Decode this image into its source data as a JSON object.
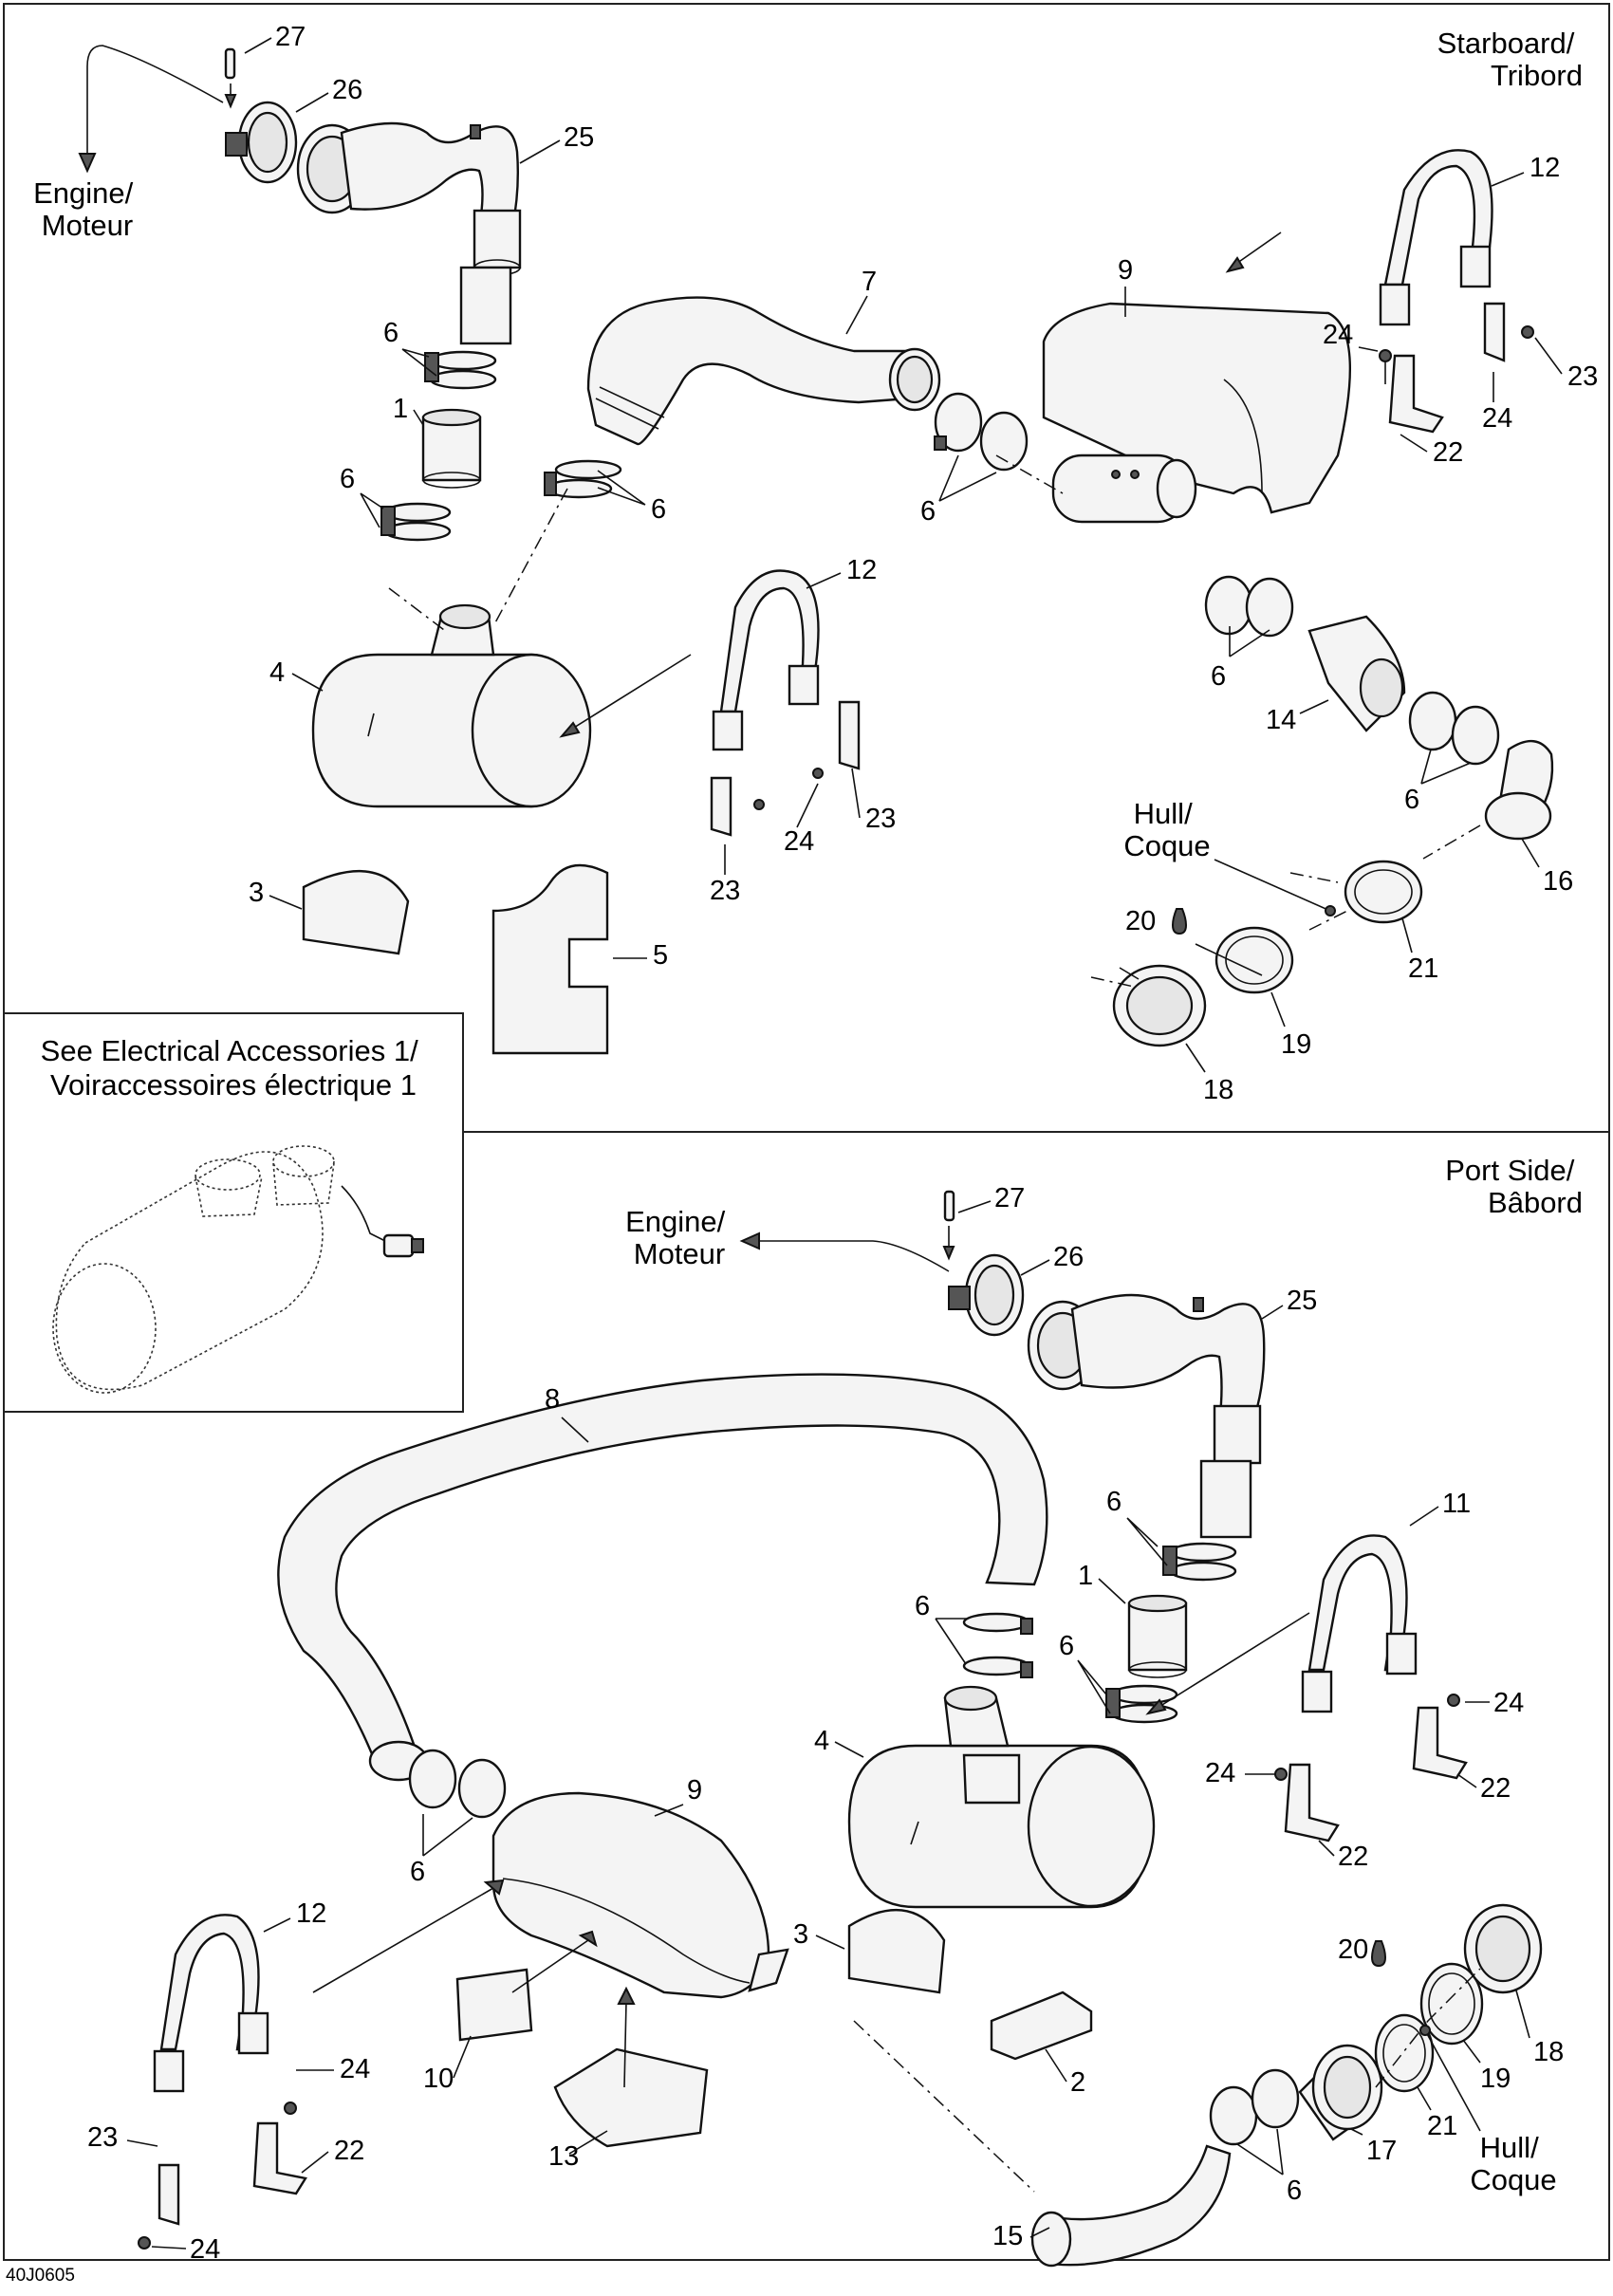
{
  "diagram": {
    "code": "40J0605",
    "sections": {
      "starboard": [
        "Starboard/",
        "Tribord"
      ],
      "port": [
        "Port Side/",
        "Bâbord"
      ]
    },
    "notes": {
      "engine_top": [
        "Engine/",
        "Moteur"
      ],
      "engine_bottom": [
        "Engine/",
        "Moteur"
      ],
      "hull_top": [
        "Hull/",
        "Coque"
      ],
      "hull_bottom": [
        "Hull/",
        "Coque"
      ]
    },
    "inset": [
      "See Electrical Accessories 1/",
      "Voiraccessoires électrique 1"
    ],
    "callouts": {
      "top": [
        "27",
        "26",
        "25",
        "7",
        "9",
        "12",
        "24",
        "23",
        "24",
        "22",
        "6",
        "1",
        "6",
        "6",
        "6",
        "4",
        "12",
        "23",
        "24",
        "23",
        "3",
        "5",
        "6",
        "14",
        "6",
        "16",
        "21",
        "20",
        "19",
        "18"
      ],
      "bottom": [
        "27",
        "26",
        "25",
        "8",
        "6",
        "1",
        "6",
        "6",
        "11",
        "24",
        "22",
        "24",
        "22",
        "4",
        "9",
        "6",
        "3",
        "12",
        "20",
        "18",
        "19",
        "21",
        "24",
        "22",
        "10",
        "2",
        "23",
        "13",
        "24",
        "6",
        "17",
        "15"
      ]
    }
  }
}
